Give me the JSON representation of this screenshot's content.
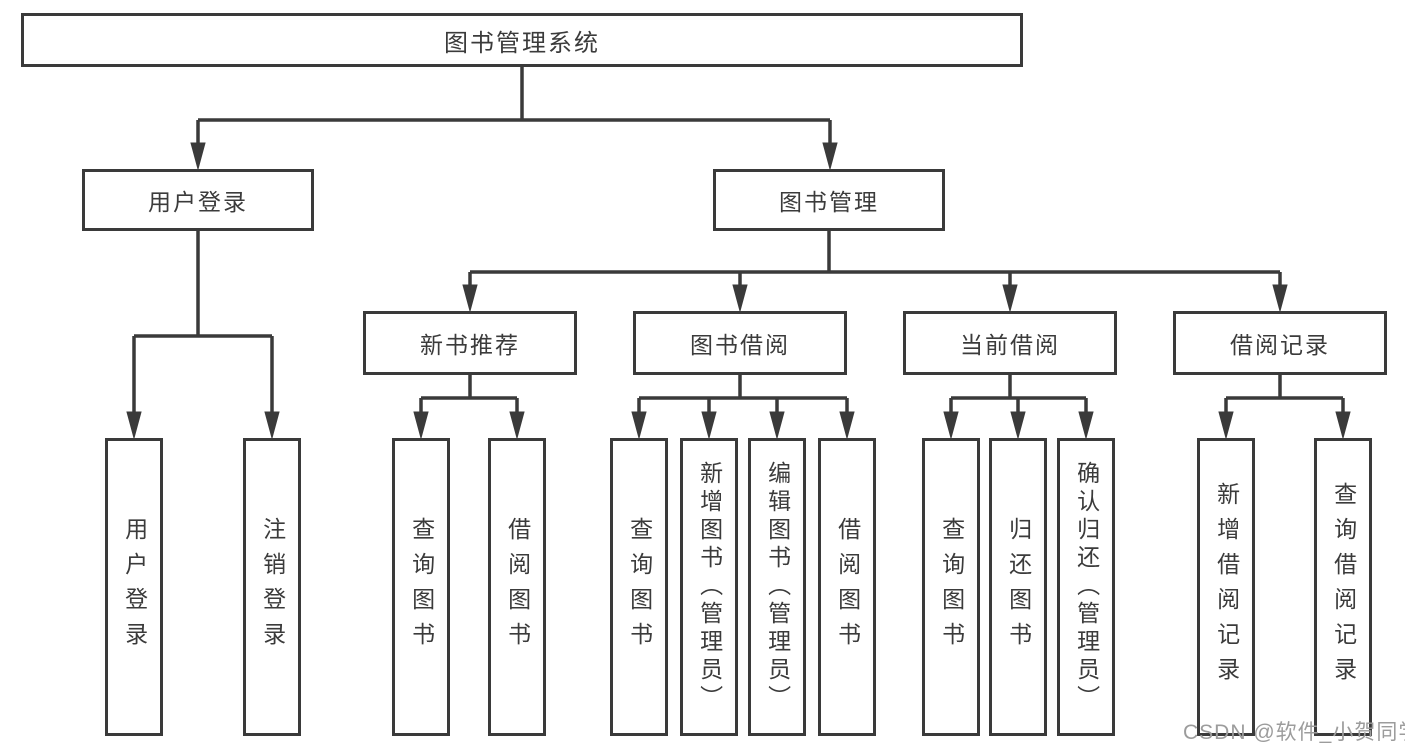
{
  "diagram": {
    "root": "图书管理系统",
    "children": [
      {
        "label": "用户登录",
        "children": [
          "用户登录",
          "注销登录"
        ]
      },
      {
        "label": "图书管理",
        "children": [
          {
            "label": "新书推荐",
            "children": [
              "查询图书",
              "借阅图书"
            ]
          },
          {
            "label": "图书借阅",
            "children": [
              "查询图书",
              "新增图书（管理员）",
              "编辑图书（管理员）",
              "借阅图书"
            ]
          },
          {
            "label": "当前借阅",
            "children": [
              "查询图书",
              "归还图书",
              "确认归还（管理员）"
            ]
          },
          {
            "label": "借阅记录",
            "children": [
              "新增借阅记录",
              "查询借阅记录"
            ]
          }
        ]
      }
    ]
  },
  "watermark": {
    "text": "CSDN @软件_小贺同学"
  },
  "colors": {
    "line": "#3a3a3a",
    "box_border": "#3a3a3a",
    "box_fill": "#ffffff",
    "text": "#3b3b3b",
    "watermark": "#9c9c9c",
    "background": "#ffffff"
  }
}
